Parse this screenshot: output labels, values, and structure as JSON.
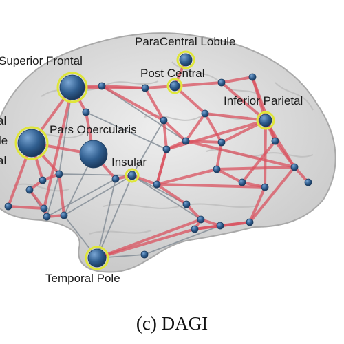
{
  "labels": {
    "superior_frontal": "Superior Frontal",
    "paracentral_lobule": "ParaCentral Lobule",
    "post_central": "Post Central",
    "inferior_parietal": "Inferior Parietal",
    "pars_opercularis": "Pars Opercularis",
    "insular": "Insular",
    "temporal_pole": "Temporal Pole",
    "clipped_left_1": "al",
    "clipped_left_2": "le",
    "clipped_left_3": "al"
  },
  "caption": "(c) DAGI",
  "colors": {
    "node_fill": "#3a6a9c",
    "node_highlight": "#dfe63a",
    "edge_red": "#d9525f",
    "edge_gray": "#808a94",
    "brain_fill": "#d8d8d8"
  }
}
